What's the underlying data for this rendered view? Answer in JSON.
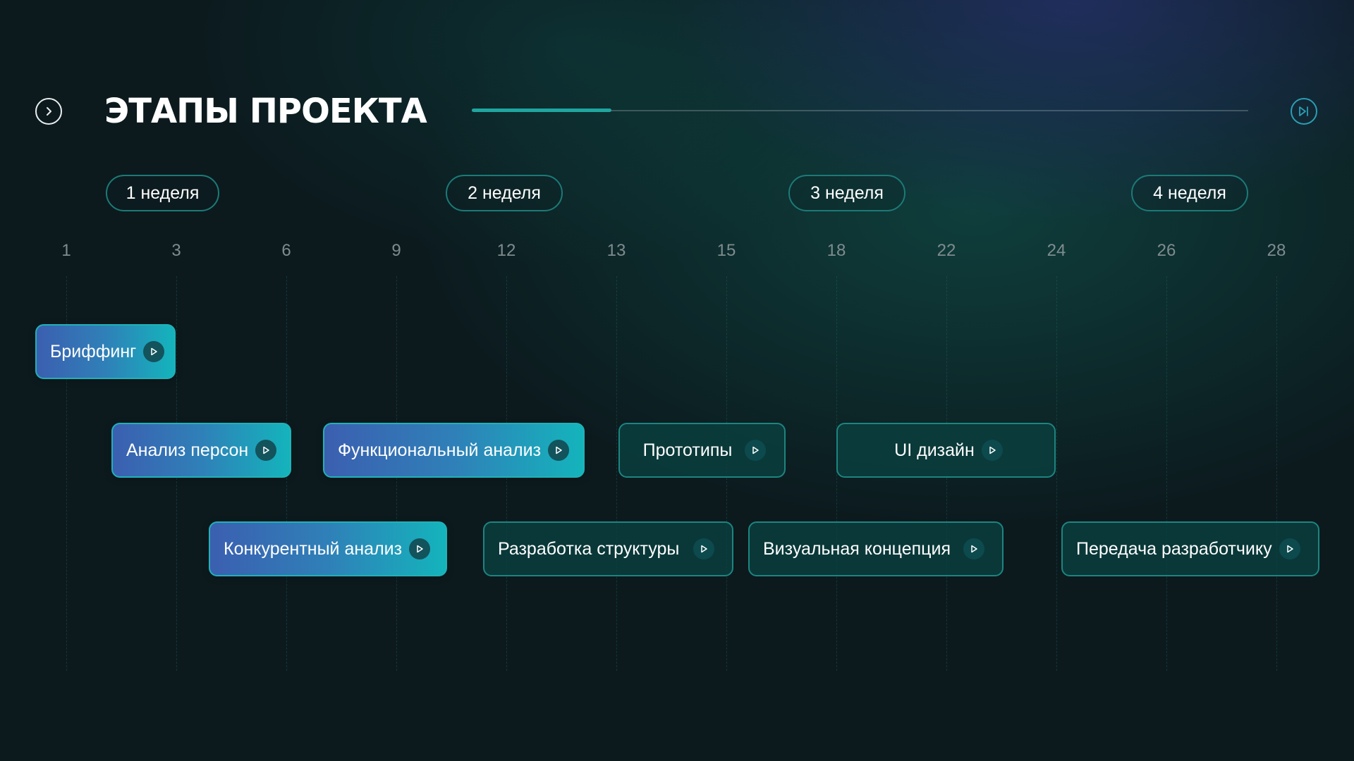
{
  "header": {
    "title": "ЭТАПЫ ПРОЕКТА",
    "prev_icon": "chevron-right-circle-icon",
    "next_icon": "skip-forward-icon",
    "progress_fraction": 0.18
  },
  "colors": {
    "background": "#0c1a1e",
    "accent": "#1fa6a0",
    "active_gradient_start": "#3b5fb0",
    "active_gradient_end": "#14b4bc",
    "pending_fill": "#0a3e3e",
    "pending_border": "#1d8580",
    "muted_text": "#7f8c8f"
  },
  "weeks": [
    {
      "label": "1 неделя"
    },
    {
      "label": "2 неделя"
    },
    {
      "label": "3 неделя"
    },
    {
      "label": "4 неделя"
    }
  ],
  "days": [
    "1",
    "3",
    "6",
    "9",
    "12",
    "13",
    "15",
    "18",
    "22",
    "24",
    "26",
    "28"
  ],
  "tasks": [
    {
      "label": "Бриффинг",
      "state": "active",
      "icon": "play-icon"
    },
    {
      "label": "Анализ персон",
      "state": "active",
      "icon": "play-icon"
    },
    {
      "label": "Функциональный анализ",
      "state": "active",
      "icon": "play-icon"
    },
    {
      "label": "Прототипы",
      "state": "pending",
      "icon": "play-icon"
    },
    {
      "label": "UI дизайн",
      "state": "pending",
      "icon": "play-icon"
    },
    {
      "label": "Конкурентный анализ",
      "state": "active",
      "icon": "play-icon"
    },
    {
      "label": "Разработка структуры",
      "state": "pending",
      "icon": "play-icon"
    },
    {
      "label": "Визуальная концепция",
      "state": "pending",
      "icon": "play-icon"
    },
    {
      "label": "Передача разработчику",
      "state": "pending",
      "icon": "play-icon"
    }
  ]
}
